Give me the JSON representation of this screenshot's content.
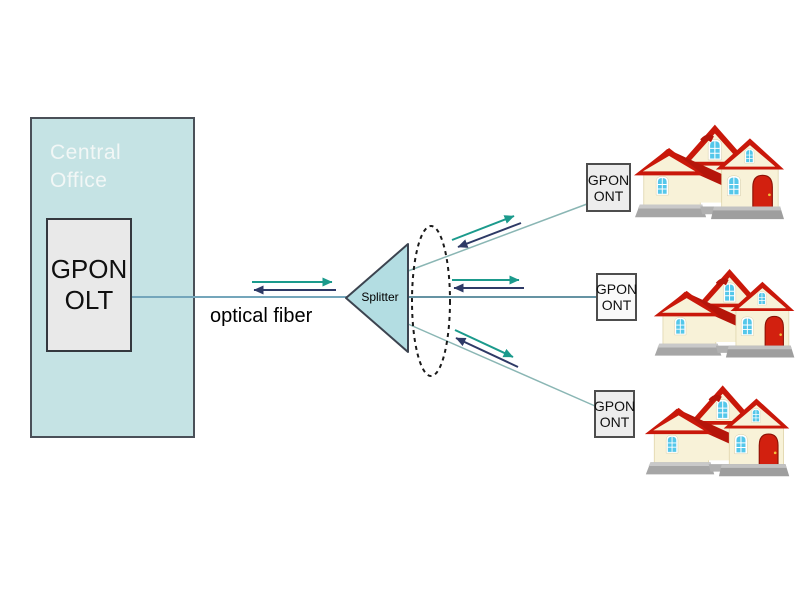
{
  "central_office": {
    "label": "Central Office"
  },
  "olt": {
    "line1": "GPON",
    "line2": "OLT"
  },
  "fiber": {
    "label": "optical fiber"
  },
  "splitter": {
    "label": "Splitter"
  },
  "onts": [
    {
      "line1": "GPON",
      "line2": "ONT"
    },
    {
      "line1": "GPON",
      "line2": "ONT"
    },
    {
      "line1": "GPON",
      "line2": "ONT"
    }
  ],
  "houses": [
    {
      "name": "subscriber-house-top"
    },
    {
      "name": "subscriber-house-middle"
    },
    {
      "name": "subscriber-house-bottom"
    }
  ],
  "colors": {
    "central_office_fill": "#c5e3e4",
    "splitter_fill": "#b3dde2",
    "downstream_arrow_teal": "#1b9a8c",
    "upstream_arrow_navy": "#2e3a66",
    "fiber_line": "#74a6bb",
    "branch_line": "#8ab6b4",
    "house_roof_red": "#c9180a",
    "house_wall_cream": "#f8f2d8",
    "house_door_red": "#d2200f",
    "window_blue": "#54c7ea"
  }
}
